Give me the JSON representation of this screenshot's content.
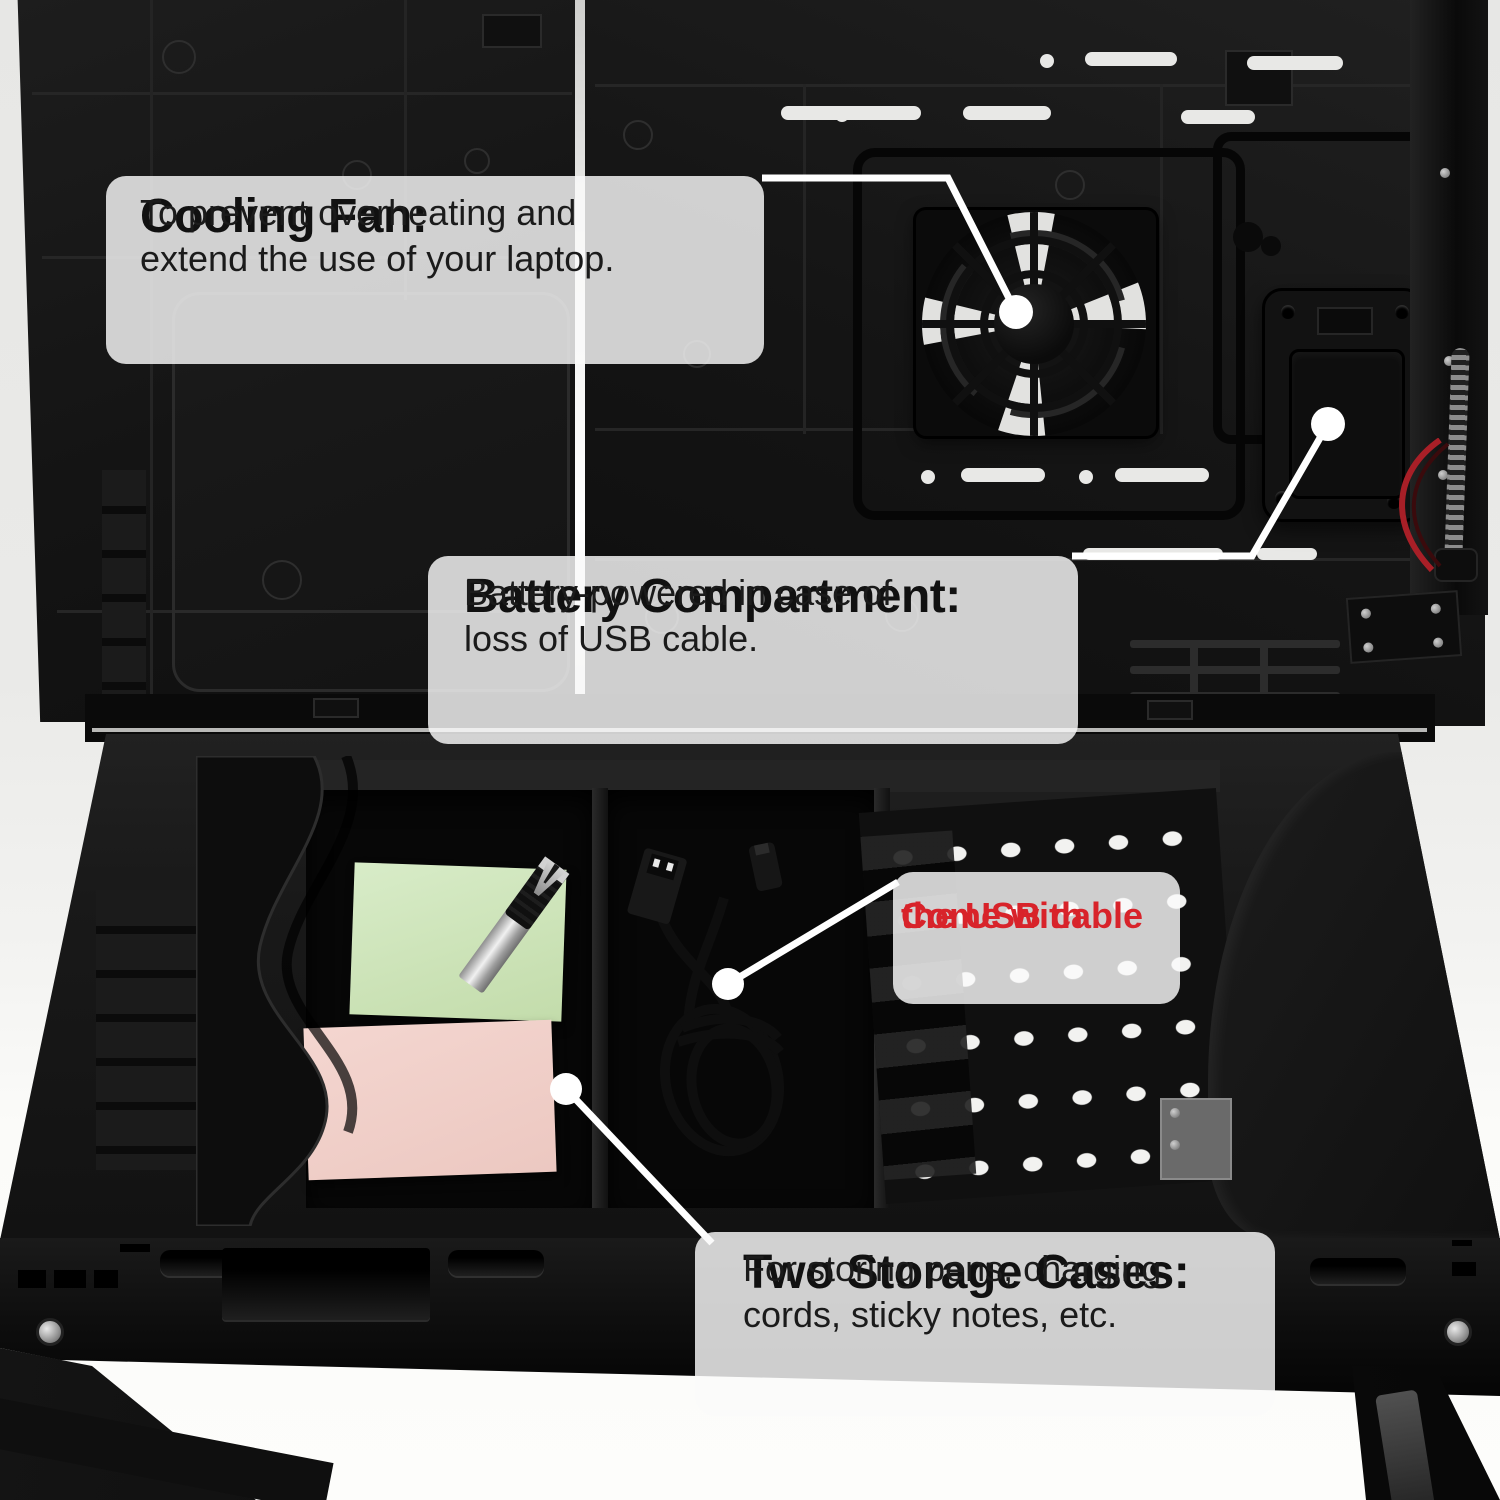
{
  "annotations": {
    "cooling_fan": {
      "title": "Cooling Fan:",
      "body": "To prevent overheating and extend the use of your laptop."
    },
    "battery_compartment": {
      "title": "Battery Compartment:",
      "body": "Battery-powered in case of loss of USB cable."
    },
    "usb_cable": {
      "line1": "Come with",
      "line2": "the USB cable"
    },
    "storage_cases": {
      "title": "Two Storage Cases:",
      "body": "For storing pens, charging cords, sticky notes, etc."
    }
  },
  "colors": {
    "accent_red": "#d8232a",
    "label_background": "rgba(250,250,250,0.82)",
    "panel_black": "#161616",
    "sticky_note_green": "#cde5bb",
    "sticky_note_pink": "#f0d0ca",
    "callout_white": "#ffffff",
    "background": "#e9e9e7"
  }
}
